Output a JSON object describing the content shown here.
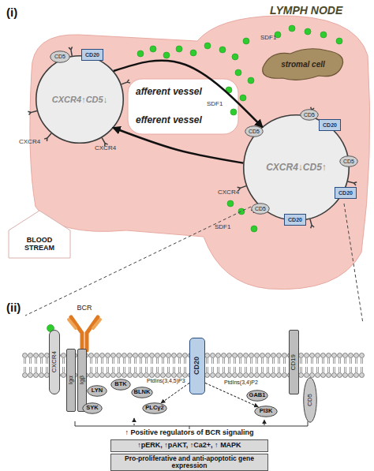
{
  "diagram": {
    "nodes": [
      {
        "text": [
          "CXCR4↑CD5↓"
        ]
      },
      {
        "text": [
          "CD5"
        ],
        "in": 0
      },
      {
        "text": [
          "CD20"
        ],
        "in": 0
      },
      {
        "text": [
          "stromal cell"
        ]
      },
      {
        "text": [
          "CXCR4↓CD5↑"
        ]
      },
      {
        "text": [
          "CD5"
        ],
        "in": 4
      },
      {
        "text": [
          "CD5"
        ],
        "in": 4
      },
      {
        "text": [
          "CD5"
        ],
        "in": 4
      },
      {
        "text": [
          "CD5"
        ],
        "in": 4
      },
      {
        "text": [
          "CD20"
        ],
        "in": 4
      },
      {
        "text": [
          "CD20"
        ],
        "in": 4
      },
      {
        "text": [
          "CD20"
        ],
        "in": 4
      },
      {
        "text": [
          "BLOOD STREAM"
        ]
      },
      {
        "text": [
          "BCR"
        ]
      },
      {
        "text": [
          "CXCR4"
        ]
      },
      {
        "text": [
          "Igα"
        ]
      },
      {
        "text": [
          "Igβ"
        ]
      },
      {
        "text": [
          "CD20"
        ]
      },
      {
        "text": [
          "CD19"
        ]
      },
      {
        "text": [
          "BTK"
        ]
      },
      {
        "text": [
          "BLNK"
        ]
      },
      {
        "text": [
          "LYN"
        ]
      },
      {
        "text": [
          "GAB1"
        ]
      },
      {
        "text": [
          "SYK"
        ]
      },
      {
        "text": [
          "PLCγ2"
        ]
      },
      {
        "text": [
          "PI3K"
        ]
      },
      {
        "text": [
          "CD5"
        ]
      },
      {
        "text": [
          "↑pERK, ↑pAKT, ↑Ca2+, ↑ MAPK"
        ]
      },
      {
        "text": [
          "Pro-proliferative and anti-apoptotic gene expression"
        ]
      }
    ],
    "edges": [
      {
        "from": 0,
        "to": 4,
        "arrow": "to",
        "label": "afferent vessel"
      },
      {
        "from": 4,
        "to": 0,
        "arrow": "to",
        "label": "efferent vessel"
      },
      {
        "from": 17,
        "to": 24,
        "arrow": "to"
      },
      {
        "from": 17,
        "to": 25,
        "arrow": "to"
      }
    ],
    "labels": [
      "(i)",
      "LYMPH NODE",
      "CXCR4",
      "CXCR4",
      "CXCR4",
      "SDF1",
      "SDF1",
      "SDF1",
      "(ii)",
      "PtdIns(3,4,5)P3",
      "PtdIns(3,4)P2",
      "↑ Positive regulators of BCR signaling"
    ]
  }
}
